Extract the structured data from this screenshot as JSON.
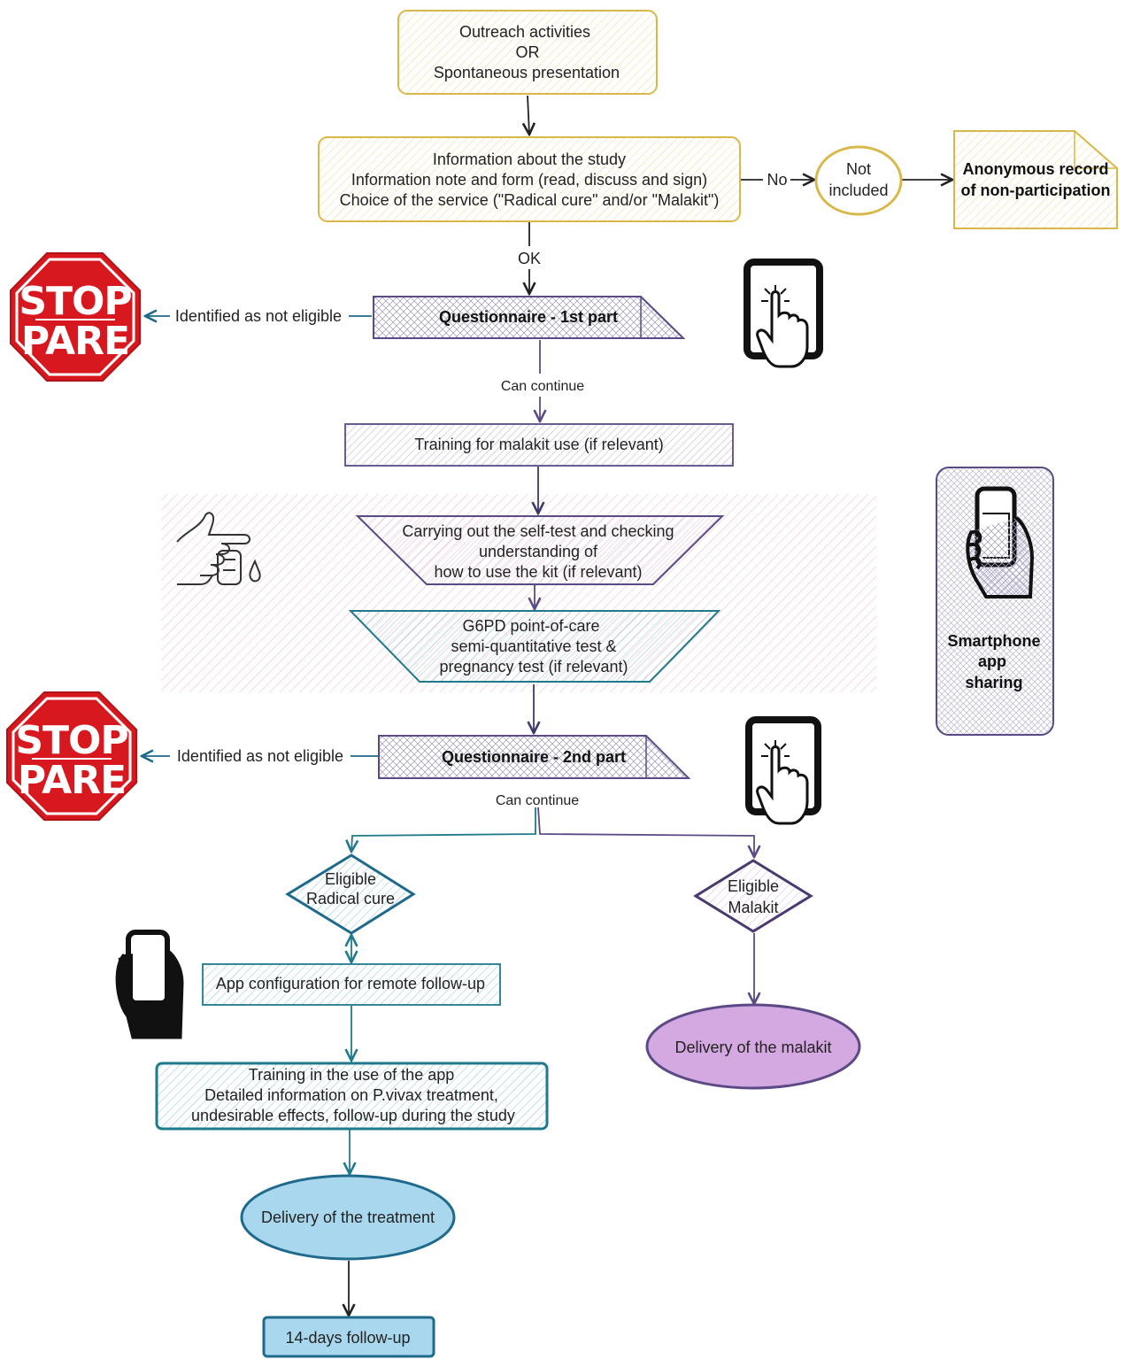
{
  "nodes": {
    "outreach": [
      "Outreach activities",
      "OR",
      "Spontaneous presentation"
    ],
    "info": [
      "Information about the study",
      "Information note and form (read, discuss and sign)",
      "Choice of the service (\"Radical cure\" and/or \"Malakit\")"
    ],
    "not_included": [
      "Not",
      "included"
    ],
    "anonymous": [
      "Anonymous record",
      "of non-participation"
    ],
    "q1": "Questionnaire - 1st part",
    "training_malakit": "Training for malakit use (if relevant)",
    "selftest": [
      "Carrying out the self-test and checking",
      "understanding of",
      "how to use the kit (if relevant)"
    ],
    "g6pd": [
      "G6PD point-of-care",
      "semi-quantitative test &",
      "pregnancy test (if relevant)"
    ],
    "q2": "Questionnaire - 2nd part",
    "eligible_rc": [
      "Eligible",
      "Radical cure"
    ],
    "eligible_mk": [
      "Eligible",
      "Malakit"
    ],
    "app_config": "App configuration for remote follow-up",
    "training_app": [
      "Training in the use of the app",
      "Detailed information on P.vivax treatment,",
      "undesirable effects, follow-up during the study"
    ],
    "delivery_treatment": "Delivery of the treatment",
    "delivery_malakit": "Delivery of the malakit",
    "followup": "14-days follow-up",
    "smartphone": [
      "Smartphone",
      "app",
      "sharing"
    ]
  },
  "edge_labels": {
    "no": "No",
    "ok": "OK",
    "not_eligible_1": "Identified as not eligible",
    "not_eligible_2": "Identified as not eligible",
    "can_continue_1": "Can continue",
    "can_continue_2": "Can continue"
  },
  "stop_signs": [
    {
      "top": "STOP",
      "bottom": "PARE"
    },
    {
      "top": "STOP",
      "bottom": "PARE"
    }
  ],
  "icons": [
    "tablet-touch-icon",
    "tablet-touch-icon",
    "hand-smartphone-icon",
    "hand-smartphone-icon",
    "finger-prick-icon"
  ],
  "colors": {
    "yellow": "#d9b84a",
    "purple": "#5b4a86",
    "teal": "#1f7a8c",
    "violet": "#c9a6d9",
    "lightblue": "#a9d8ee",
    "stop_red": "#d7191f",
    "pink_zone": "#f3c2c8",
    "dark": "#222222"
  }
}
